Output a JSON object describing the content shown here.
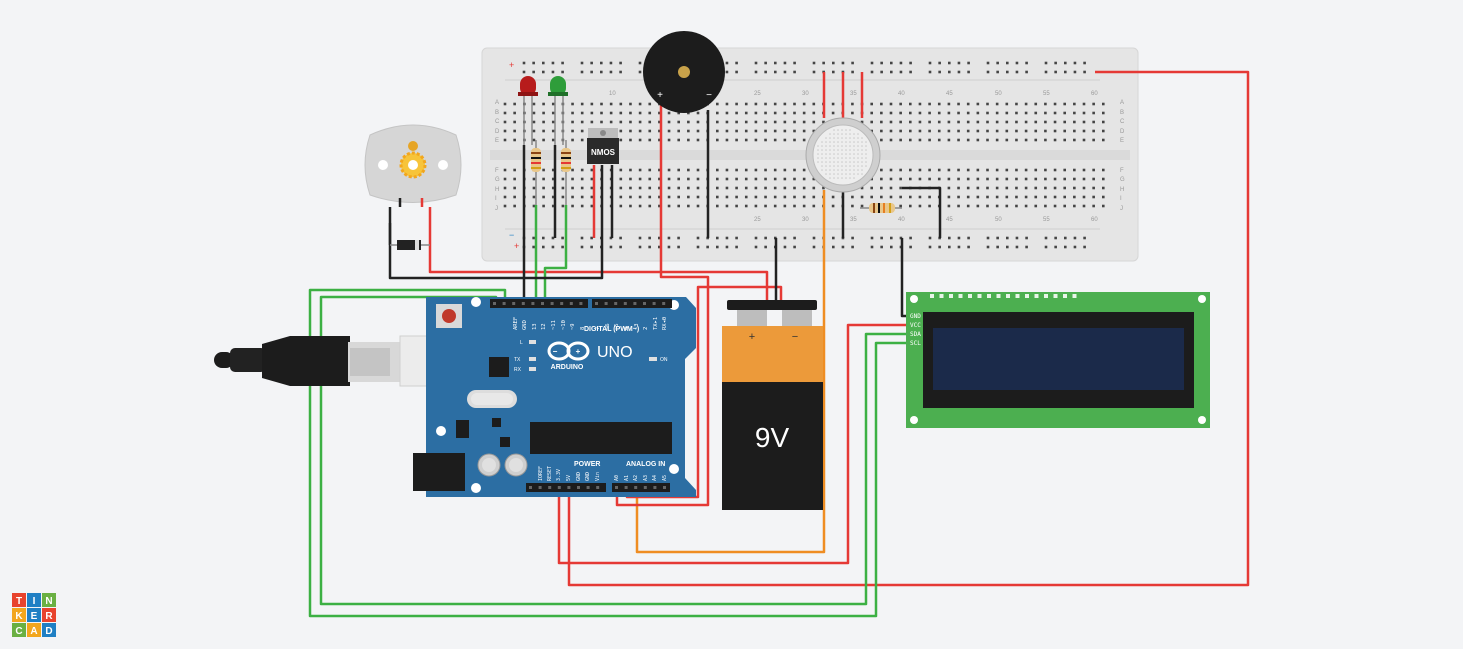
{
  "app": {
    "logo_letters": [
      "T",
      "I",
      "N",
      "K",
      "E",
      "R",
      "C",
      "A",
      "D"
    ],
    "logo_colors": [
      "#e8432d",
      "#1f7fc4",
      "#6ab042",
      "#f2a61d",
      "#1f7fc4",
      "#e8432d",
      "#6ab042",
      "#f2a61d",
      "#1f7fc4"
    ]
  },
  "breadboard": {
    "row_letters_top": [
      "A",
      "B",
      "C",
      "D",
      "E"
    ],
    "row_letters_bottom": [
      "F",
      "G",
      "H",
      "I",
      "J"
    ],
    "column_numbers": [
      "10",
      "25",
      "30",
      "35",
      "40",
      "45",
      "50",
      "55",
      "60"
    ],
    "column_numbers_lower": [
      "25",
      "30",
      "35",
      "40",
      "45",
      "50",
      "55",
      "60"
    ],
    "rail_plus": "+",
    "rail_minus": "−"
  },
  "components": {
    "mosfet_label": "NMOS",
    "battery_label": "9V",
    "battery_plus": "+",
    "battery_minus": "−",
    "buzzer_plus": "+",
    "buzzer_minus": "−"
  },
  "arduino": {
    "model": "UNO",
    "brand": "ARDUINO",
    "digital_header": "DIGITAL (PWM~)",
    "analog_header": "ANALOG IN",
    "power_header": "POWER",
    "on_label": "ON",
    "led_l": "L",
    "led_tx": "TX",
    "led_rx": "RX",
    "top_pins": [
      "AREF",
      "GND",
      "13",
      "12",
      "~11",
      "~10",
      "~9",
      "8",
      "7",
      "~6",
      "~5",
      "4",
      "~3",
      "2",
      "TX▸1",
      "RX◂0"
    ],
    "power_pins": [
      "IOREF",
      "RESET",
      "3.3V",
      "5V",
      "GND",
      "GND",
      "Vin"
    ],
    "analog_pins": [
      "A0",
      "A1",
      "A2",
      "A3",
      "A4",
      "A5"
    ]
  },
  "lcd": {
    "pins": [
      "GND",
      "VCC",
      "SDA",
      "SCL"
    ],
    "backlight": "#1b2a4a",
    "board": "#4caf50"
  },
  "wire_colors": {
    "red": "#e53935",
    "black": "#222222",
    "green": "#3cb043",
    "orange": "#ef8d22"
  }
}
